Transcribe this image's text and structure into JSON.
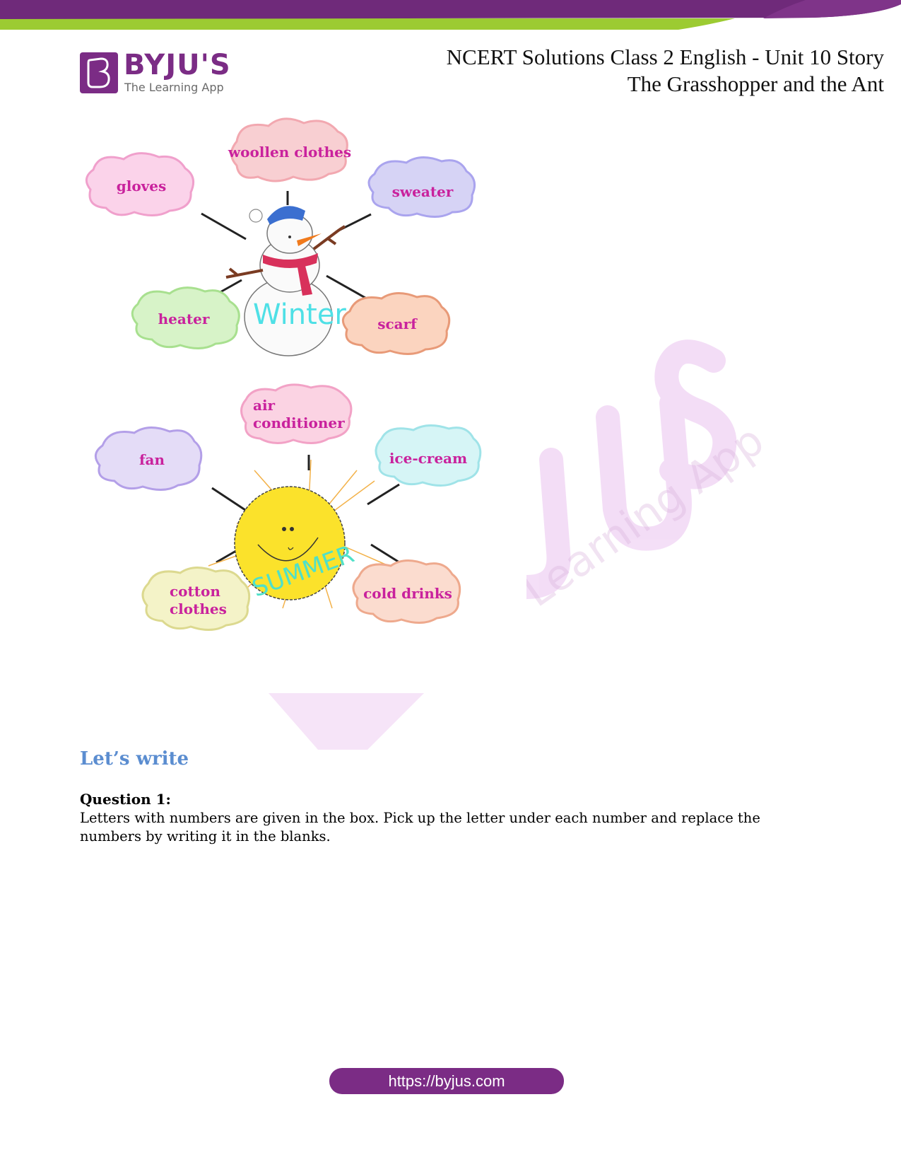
{
  "header": {
    "brand_name": "BYJU'S",
    "brand_tagline": "The Learning App",
    "title_line1": "NCERT Solutions Class 2 English - Unit 10 Story",
    "title_line2": "The Grasshopper and the Ant",
    "colors": {
      "purple": "#6f2a7a",
      "green": "#9ccb32"
    }
  },
  "figure": {
    "winter": {
      "center_label": "Winter",
      "clouds": [
        {
          "label": "woollen clothes",
          "color": "#f8cfd2"
        },
        {
          "label": "gloves",
          "color": "#fbd3ea"
        },
        {
          "label": "sweater",
          "color": "#d6d3f5"
        },
        {
          "label": "heater",
          "color": "#d7f3c8"
        },
        {
          "label": "scarf",
          "color": "#fbd4bf"
        }
      ]
    },
    "summer": {
      "center_label": "SUMMER",
      "clouds": [
        {
          "label_line1": "air",
          "label_line2": "conditioner",
          "color": "#fbd3e3"
        },
        {
          "label": "fan",
          "color": "#e4dcf7"
        },
        {
          "label": "ice-cream",
          "color": "#d6f5f6"
        },
        {
          "label_line1": "cotton",
          "label_line2": "clothes",
          "color": "#f4f3c8"
        },
        {
          "label": "cold drinks",
          "color": "#fbdccf"
        }
      ]
    }
  },
  "content": {
    "section_heading": "Let’s write",
    "question_label": "Question 1:",
    "question_text": "Letters with numbers are given in the box. Pick up the letter under each number and replace the numbers by writing it in the blanks."
  },
  "footer": {
    "link_text": "https://byjus.com"
  }
}
